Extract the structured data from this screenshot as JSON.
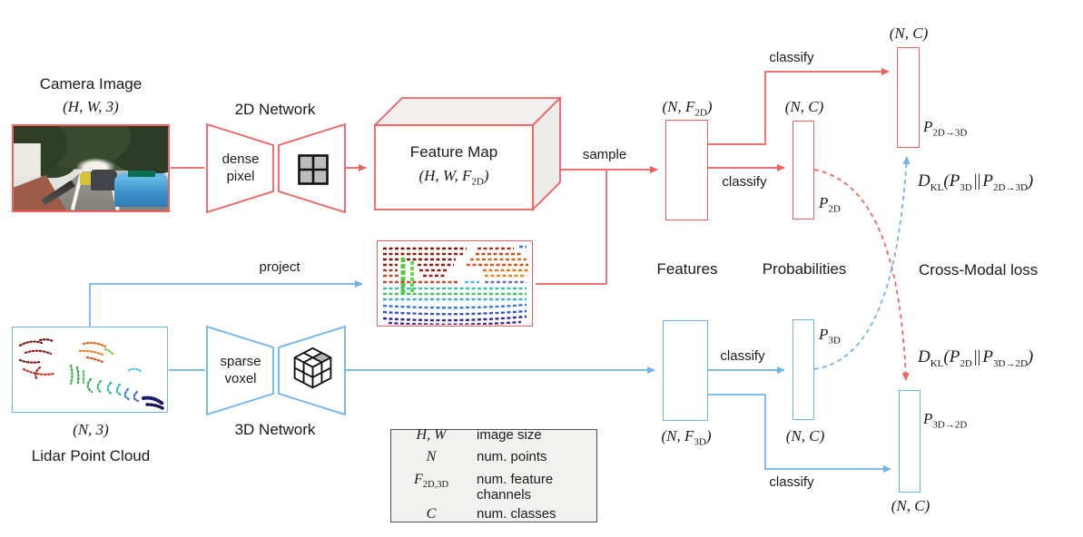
{
  "figure": {
    "camera": {
      "title": "Camera Image",
      "shape": "(H, W, 3)"
    },
    "net2d": {
      "label": "2D Network",
      "line1": "dense",
      "line2": "pixel"
    },
    "feature_map": {
      "title": "Feature Map",
      "shape_pre": "(H, W, F",
      "shape_sub": "2D",
      "shape_post": ")"
    },
    "net3d": {
      "label": "3D Network",
      "line1": "sparse",
      "line2": "voxel"
    },
    "lidar": {
      "title": "Lidar Point Cloud",
      "shape": "(N, 3)"
    },
    "arrows": {
      "sample": "sample",
      "project": "project",
      "classify": "classify"
    },
    "features2d": {
      "shape_pre": "(N, F",
      "shape_sub": "2D",
      "shape_post": ")"
    },
    "features3d": {
      "shape_pre": "(N, F",
      "shape_sub": "3D",
      "shape_post": ")"
    },
    "nc": "(N, C)",
    "p2d": {
      "pre": "P",
      "sub": "2D"
    },
    "p3d": {
      "pre": "P",
      "sub": "3D"
    },
    "p2d3d": {
      "pre": "P",
      "sub": "2D→3D"
    },
    "p3d2d": {
      "pre": "P",
      "sub": "3D→2D"
    },
    "columns": {
      "features": "Features",
      "probabilities": "Probabilities",
      "loss": "Cross-Modal loss"
    },
    "dkl_top": {
      "v1": "D",
      "s1": "KL",
      "v2": "(P",
      "s2": "3D",
      "v3": "||",
      "v4": "P",
      "s3": "2D→3D",
      "v5": ")"
    },
    "dkl_bottom": {
      "v1": "D",
      "s1": "KL",
      "v2": "(P",
      "s2": "2D",
      "v3": "||",
      "v4": "P",
      "s3": "3D→2D",
      "v5": ")"
    },
    "legend": {
      "rows": [
        {
          "sym": "H, W",
          "sub": "",
          "desc": "image size"
        },
        {
          "sym": "N",
          "sub": "",
          "desc": "num. points"
        },
        {
          "sym": "F",
          "sub": "2D,3D",
          "desc": "num. feature channels"
        },
        {
          "sym": "C",
          "sub": "",
          "desc": "num. classes"
        }
      ]
    },
    "colors": {
      "modality_2d": "#f15f5f",
      "modality_3d": "#6fb2ee"
    }
  }
}
